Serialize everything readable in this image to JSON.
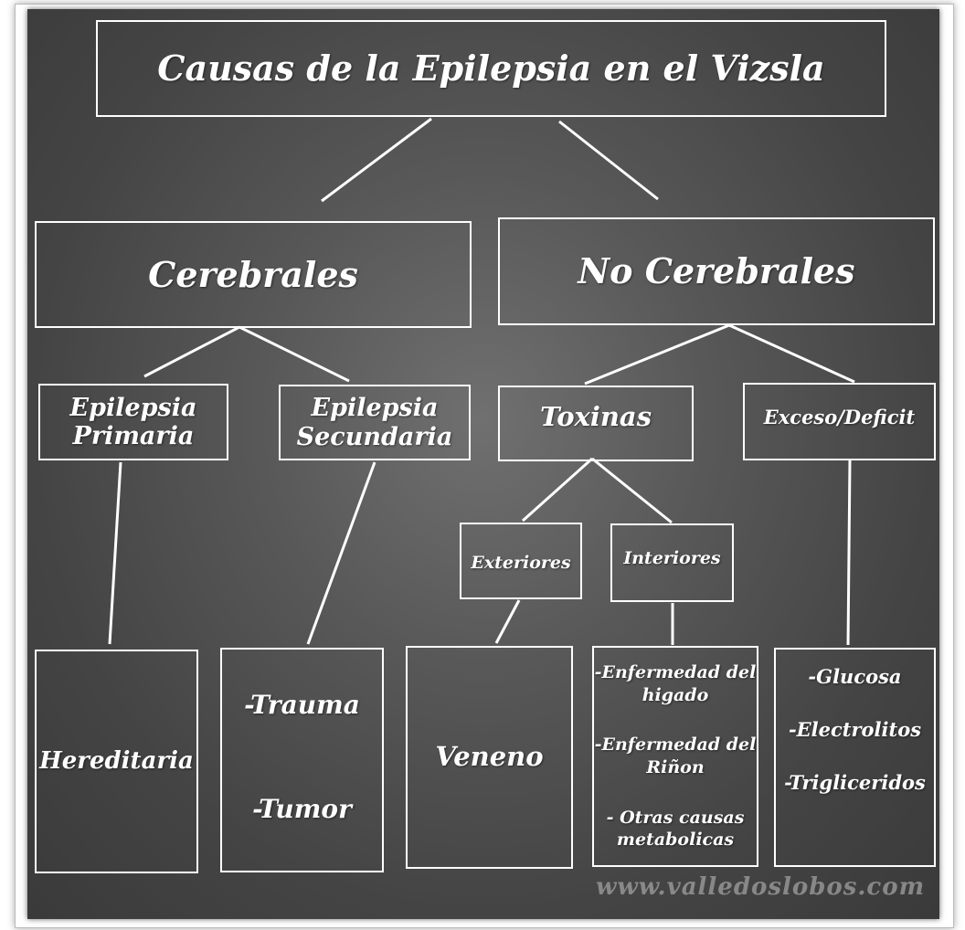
{
  "title": "Causas de la Epilepsia en el Vizsla",
  "level1": {
    "cerebrales": "Cerebrales",
    "no_cerebrales": "No Cerebrales"
  },
  "level2": {
    "epilepsia_primaria": [
      "Epilepsia",
      "Primaria"
    ],
    "epilepsia_secundaria": [
      "Epilepsia",
      "Secundaria"
    ],
    "toxinas": "Toxinas",
    "exceso_deficit": "Exceso/Deficit"
  },
  "level3": {
    "exteriores": "Exteriores",
    "interiores": "Interiores"
  },
  "leaves": {
    "hereditaria": "Hereditaria",
    "trauma": "-Trauma",
    "tumor": "-Tumor",
    "veneno": "Veneno",
    "interiores_items": [
      "-Enfermedad del",
      "higado",
      "-Enfermedad del",
      "Riñon",
      "- Otras causas",
      "metabolicas"
    ],
    "exceso_items": [
      "-Glucosa",
      "-Electrolitos",
      "-Trigliceridos"
    ]
  },
  "watermark": "www.valledoslobos.com"
}
